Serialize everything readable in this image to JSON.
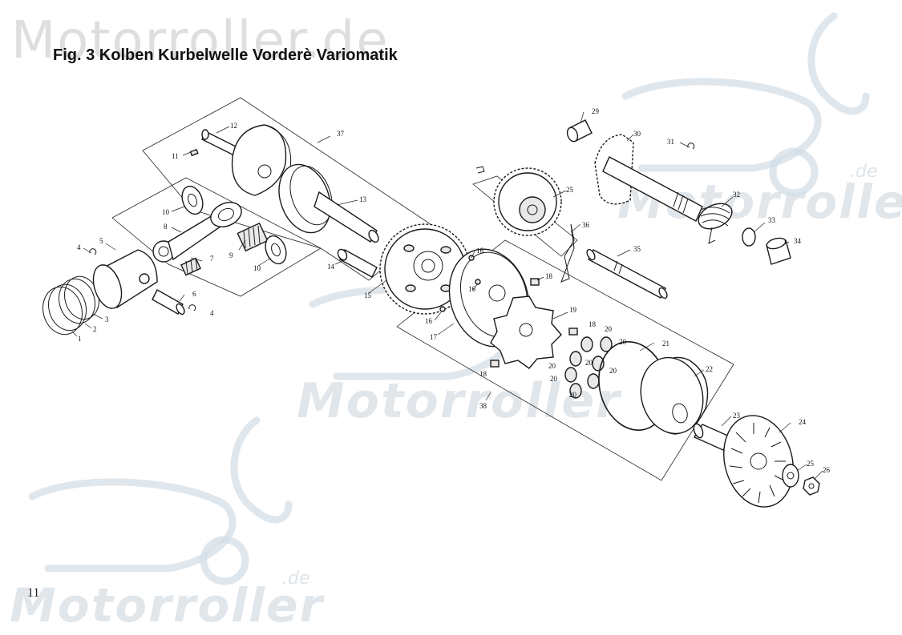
{
  "title": "Fig. 3 Kolben Kurbelwelle Vorderè Variomatik",
  "page_number": "11",
  "watermark": {
    "brand": "Motorroller",
    "top_text": "Motorroller.de",
    "tld": ".de"
  },
  "labels": {
    "p1": "1",
    "p2": "2",
    "p3": "3",
    "p4a": "4",
    "p4b": "4",
    "p5": "5",
    "p6": "6",
    "p7": "7",
    "p8": "8",
    "p9": "9",
    "p10a": "10",
    "p10b": "10",
    "p11": "11",
    "p12": "12",
    "p13": "13",
    "p14": "14",
    "p15": "15",
    "p16a": "16",
    "p16b": "16",
    "p16c": "16",
    "p17": "17",
    "p18a": "18",
    "p18b": "18",
    "p18c": "18",
    "p19": "19",
    "p20a": "20",
    "p20b": "20",
    "p20c": "20",
    "p20d": "20",
    "p20e": "20",
    "p20f": "20",
    "p20g": "20",
    "p21": "21",
    "p22": "22",
    "p23": "23",
    "p24": "24",
    "p25": "25",
    "p26": "26",
    "p29": "29",
    "p30": "30",
    "p31": "31",
    "p32": "32",
    "p33": "33",
    "p34": "34",
    "p35": "35",
    "p36": "36",
    "p37": "37",
    "p38": "38"
  }
}
